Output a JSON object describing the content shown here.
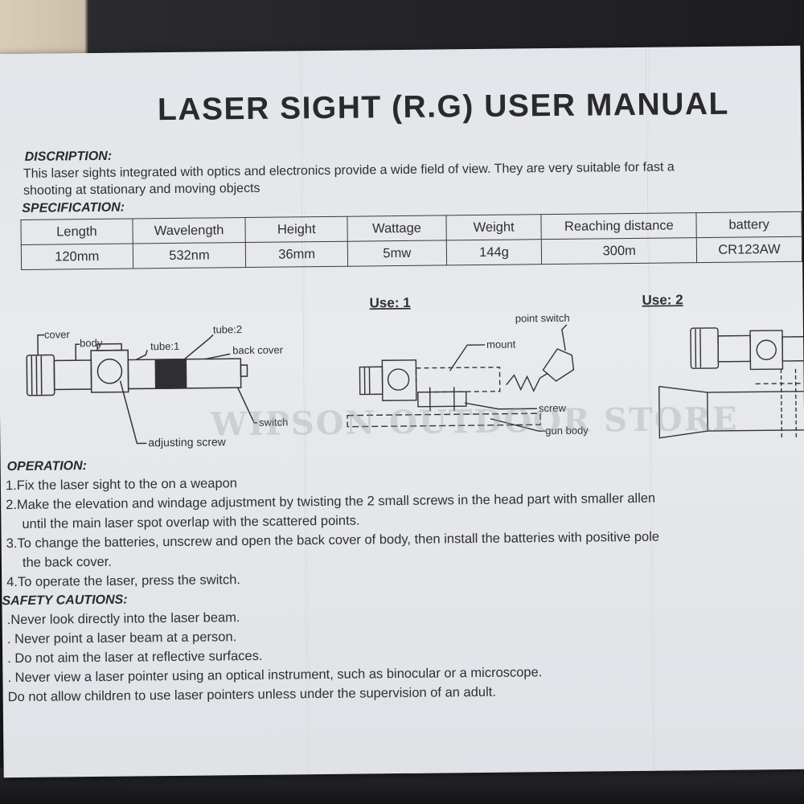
{
  "title": "LASER SIGHT (R.G) USER MANUAL",
  "description": {
    "heading": "DISCRIPTION:",
    "line1": "This laser sights integrated with optics and electronics provide a wide field of view. They are very suitable for fast a",
    "line2": "shooting at stationary and moving objects"
  },
  "specification": {
    "heading": "SPECIFICATION:",
    "headers": [
      "Length",
      "Wavelength",
      "Height",
      "Wattage",
      "Weight",
      "Reaching distance",
      "battery"
    ],
    "values": [
      "120mm",
      "532nm",
      "36mm",
      "5mw",
      "144g",
      "300m",
      "CR123AW"
    ]
  },
  "diagram": {
    "labels": {
      "cover": "cover",
      "body": "body",
      "tube1": "tube:1",
      "tube2": "tube:2",
      "back_cover": "back cover",
      "switch": "switch",
      "adjusting_screw": "adjusting screw"
    },
    "use1": {
      "title": "Use: 1",
      "point_switch": "point switch",
      "mount": "mount",
      "screw": "screw",
      "gun_body": "gun body"
    },
    "use2": {
      "title": "Use: 2"
    }
  },
  "watermark": "WIPSON OUTDOOR STORE",
  "operation": {
    "heading": "OPERATION:",
    "lines": [
      "1.Fix the laser sight to the on a weapon",
      "2.Make the elevation and windage adjustment by twisting the 2 small screws in the head part with smaller allen",
      "until the main laser spot overlap with the scattered points.",
      "3.To change the batteries, unscrew and open the back cover of body, then install the batteries with positive pole",
      "the back cover.",
      "4.To operate the laser, press the switch."
    ]
  },
  "safety": {
    "heading": "SAFETY CAUTIONS:",
    "lines": [
      ".Never look directly into the laser beam.",
      ". Never point a laser beam at a person.",
      ". Do not aim the laser at reflective surfaces.",
      ". Never view a laser pointer using an optical instrument, such as binocular or a microscope.",
      "Do not allow children to use laser pointers unless under the supervision of an adult."
    ]
  },
  "colors": {
    "paper": "#e5e7ea",
    "ink": "#2f2f33",
    "background": "#1d1d21"
  }
}
